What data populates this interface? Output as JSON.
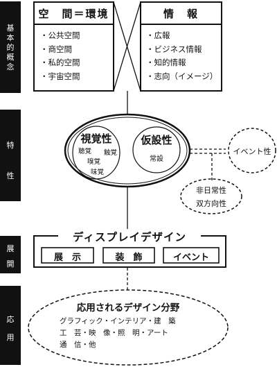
{
  "sidebar": {
    "sections": [
      {
        "label": "基本的概念"
      },
      {
        "label": "特性"
      },
      {
        "label": "展開"
      },
      {
        "label": "応用"
      }
    ]
  },
  "space_box": {
    "title": "空　間＝環境",
    "items": [
      "・公共空間",
      "・商空間",
      "・私的空間",
      "・宇宙空間"
    ]
  },
  "info_box": {
    "title": "情　報",
    "items": [
      "・広報",
      "・ビジネス情報",
      "・知的情報",
      "・志向（イメージ）"
    ]
  },
  "traits": {
    "visual": {
      "title": "視覚性",
      "senses": [
        "聴覚",
        "触覚",
        "嗅覚",
        "味覚"
      ]
    },
    "temporary": {
      "title": "仮設性",
      "sub": "常設"
    },
    "event": "イベント性",
    "extra": [
      "非日常性",
      "双方向性"
    ]
  },
  "display_design": {
    "title": "ディスプレイデザイン",
    "parts": [
      "展　示",
      "装　飾",
      "イベント"
    ]
  },
  "applications": {
    "title": "応用されるデザイン分野",
    "lines": [
      "グラフィック・インテリア・建　築",
      "工　芸・映　像・照　明・アート",
      "通　信・他"
    ]
  }
}
